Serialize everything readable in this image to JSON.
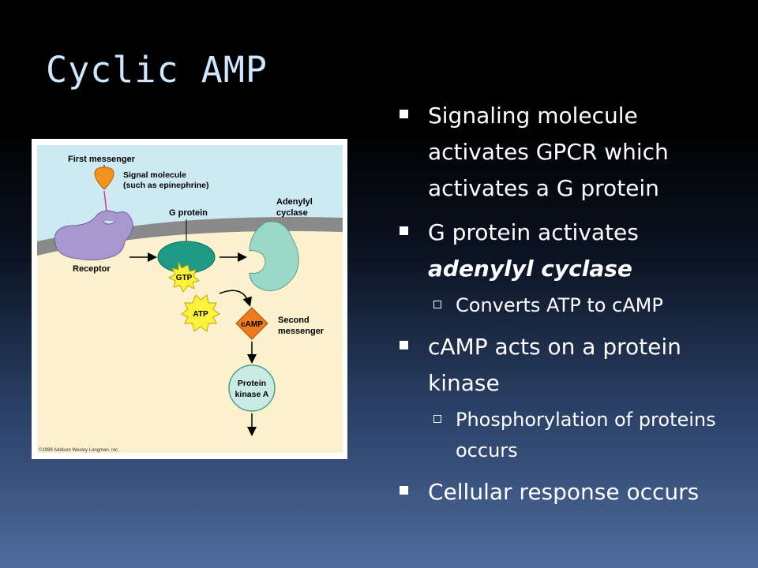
{
  "slide": {
    "title": "Cyclic AMP"
  },
  "figure": {
    "labels": {
      "first_messenger": "First messenger",
      "signal_line1": "Signal molecule",
      "signal_line2": "(such as epinephrine)",
      "g_protein": "G protein",
      "adenylyl_line1": "Adenylyl",
      "adenylyl_line2": "cyclase",
      "receptor": "Receptor",
      "gtp": "GTP",
      "atp": "ATP",
      "camp": "cAMP",
      "second_line1": "Second",
      "second_line2": "messenger",
      "pka_line1": "Protein",
      "pka_line2": "kinase A",
      "copyright": "©1999 Addison Wesley Longman, Inc."
    }
  },
  "bullets": {
    "b1": "Signaling molecule activates GPCR which activates a G protein",
    "b2_prefix": "G protein activates ",
    "b2_emph": "adenylyl cyclase",
    "b2_sub": "Converts ATP to cAMP",
    "b3": "cAMP acts on a protein kinase",
    "b3_sub": "Phosphorylation of proteins occurs",
    "b4": "Cellular response occurs"
  }
}
